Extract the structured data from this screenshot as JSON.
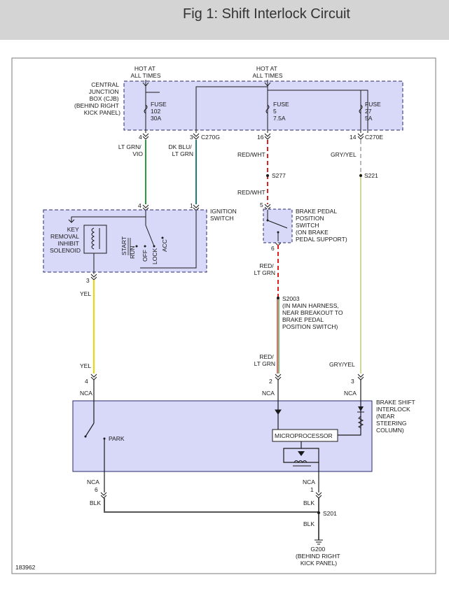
{
  "header": {
    "title": "Fig 1: Shift Interlock Circuit"
  },
  "figure_id": "183962",
  "colors": {
    "header_bg": "#d4d4d4",
    "module_fill": "#d8d8f8",
    "wire_green": "#2e9a3a",
    "wire_teal": "#1d7f7b",
    "wire_red": "#e02020",
    "wire_yellow": "#e6d800",
    "wire_grey": "#b8b8b8",
    "wire_grey_yellow": "#cfd69a",
    "wire_black": "#555555"
  },
  "cjb": {
    "label": [
      "CENTRAL",
      "JUNCTION",
      "BOX (CJB)",
      "(BEHIND RIGHT",
      "KICK PANEL)"
    ],
    "hot_left": [
      "HOT AT",
      "ALL TIMES"
    ],
    "hot_right": [
      "HOT AT",
      "ALL TIMES"
    ],
    "fuse_102": [
      "FUSE",
      "102",
      "30A"
    ],
    "fuse_5": [
      "FUSE",
      "5",
      "7.5A"
    ],
    "fuse_27": [
      "FUSE",
      "27",
      "5A"
    ],
    "pin_4": "4",
    "pin_3": "3",
    "pin_16": "16",
    "pin_14": "14",
    "conn_c270g": "C270G",
    "conn_c270e": "C270E"
  },
  "wires": {
    "lt_grn_vio": [
      "LT GRN/",
      "VIO"
    ],
    "dk_blu_lt_grn": [
      "DK BLU/",
      "LT GRN"
    ],
    "red_wht_1": "RED/WHT",
    "red_wht_2": "RED/WHT",
    "gry_yel_1": "GRY/YEL",
    "gry_yel_2": "GRY/YEL",
    "yel_1": "YEL",
    "yel_2": "YEL",
    "red_lt_grn_1": [
      "RED/",
      "LT GRN"
    ],
    "red_lt_grn_2": [
      "RED/",
      "LT GRN"
    ],
    "blk_1": "BLK",
    "blk_2": "BLK",
    "blk_3": "BLK"
  },
  "splices": {
    "s277": "S277",
    "s221": "S221",
    "s2003": [
      "S2003",
      "(IN MAIN HARNESS,",
      "NEAR BREAKOUT TO",
      "BRAKE PEDAL",
      "POSITION SWITCH)"
    ],
    "s201": "S201"
  },
  "ignition": {
    "label": [
      "IGNITION",
      "SWITCH"
    ],
    "solenoid_label": [
      "KEY",
      "REMOVAL",
      "INHIBIT",
      "SOLENOID"
    ],
    "positions": [
      "START",
      "RUN",
      "OFF",
      "LOCK",
      "ACC"
    ],
    "pin_4": "4",
    "pin_1": "1",
    "pin_3": "3"
  },
  "brake_switch": {
    "label": [
      "BRAKE PEDAL",
      "POSITION",
      "SWITCH",
      "(ON BRAKE",
      "PEDAL SUPPORT)"
    ],
    "pin_5": "5",
    "pin_6": "6"
  },
  "bsi": {
    "label": [
      "BRAKE SHIFT",
      "INTERLOCK",
      "(NEAR",
      "STEERING",
      "COLUMN)"
    ],
    "microprocessor": "MICROPROCESSOR",
    "park": "PARK",
    "pin_4": "4",
    "pin_2": "2",
    "pin_3": "3",
    "pin_6": "6",
    "pin_1": "1",
    "nca": "NCA"
  },
  "ground": {
    "label": [
      "G200",
      "(BEHIND RIGHT",
      "KICK PANEL)"
    ]
  }
}
